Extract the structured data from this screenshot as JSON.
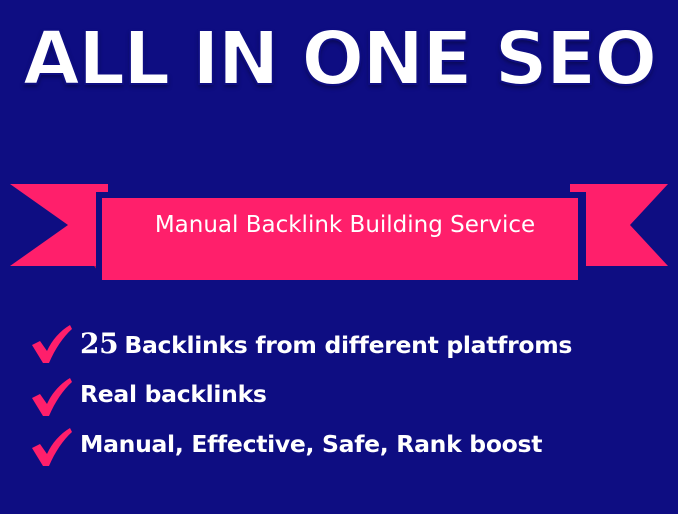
{
  "title": "ALL IN ONE SEO",
  "banner": {
    "text": "Manual Backlink Building Service"
  },
  "bullets": [
    {
      "number": "25",
      "text": "Backlinks from different platfroms"
    },
    {
      "text": "Real backlinks"
    },
    {
      "text": "Manual, Effective, Safe, Rank boost"
    }
  ],
  "colors": {
    "background": "#0e0d82",
    "ribbon": "#ff1f6b",
    "ribbon_dark": "#c4124f",
    "check": "#ff1f6b"
  }
}
